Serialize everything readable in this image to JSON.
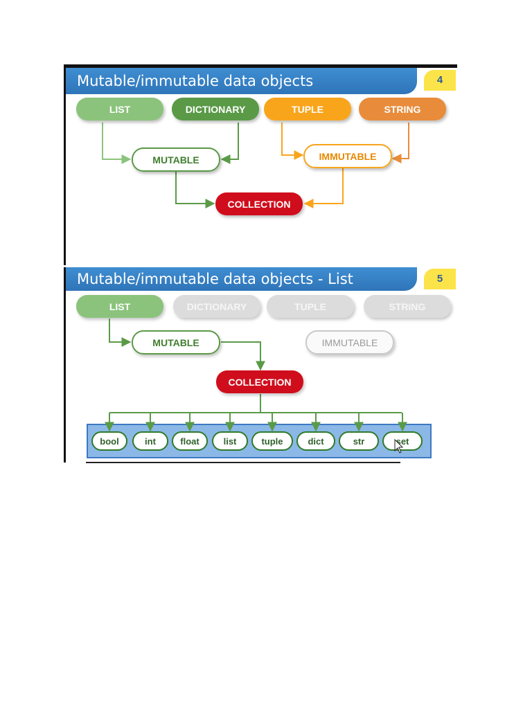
{
  "slides": [
    {
      "title": "Mutable/immutable data objects",
      "page": "4",
      "top_row": [
        "LIST",
        "DICTIONARY",
        "TUPLE",
        "STRING"
      ],
      "mutable": "MUTABLE",
      "immutable": "IMMUTABLE",
      "collection": "COLLECTION"
    },
    {
      "title": "Mutable/immutable data objects - List",
      "page": "5",
      "top_row": [
        "LIST",
        "DICTIONARY",
        "TUPLE",
        "STRING"
      ],
      "mutable": "MUTABLE",
      "immutable": "IMMUTABLE",
      "collection": "COLLECTION",
      "types": [
        "bool",
        "int",
        "float",
        "list",
        "tuple",
        "dict",
        "str",
        "set"
      ]
    }
  ],
  "colors": {
    "green_light": "#8bc37c",
    "green_dark": "#5a9a47",
    "orange_bright": "#f9a51c",
    "orange_muted": "#e88c3a",
    "red": "#d0111a",
    "grey": "#d9d9d9",
    "blue_title": "#3a86cc",
    "yellow_page": "#fbe34a"
  }
}
